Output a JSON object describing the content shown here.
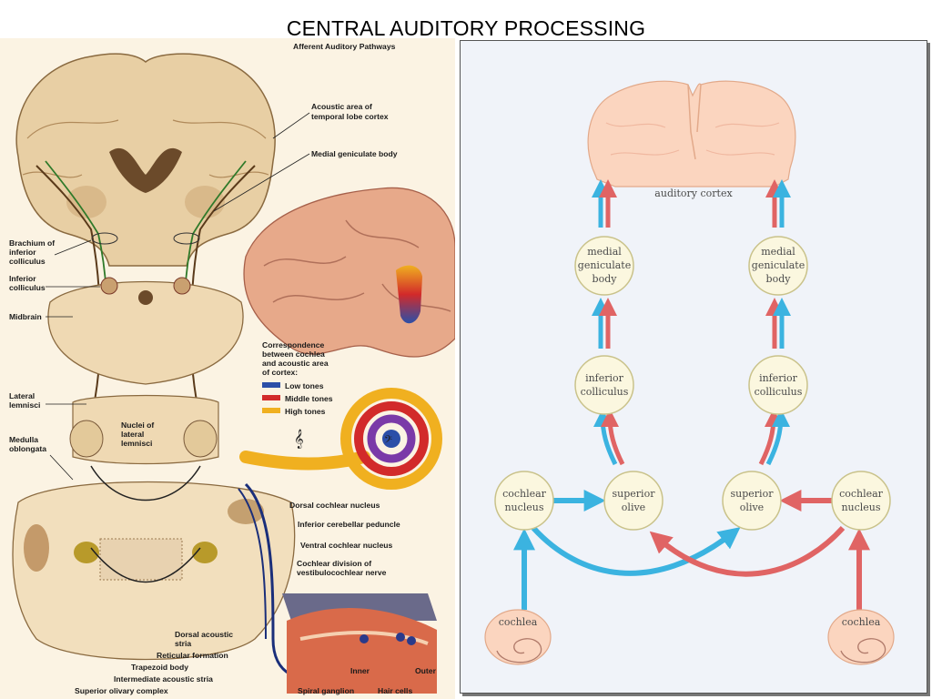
{
  "slide": {
    "title": "CENTRAL AUDITORY PROCESSING"
  },
  "left_figure": {
    "title": "Afferent Auditory Pathways",
    "labels": {
      "acoustic_area": [
        "Acoustic area of",
        "temporal lobe cortex"
      ],
      "medial_geniculate": [
        "Medial geniculate body"
      ],
      "brachium": [
        "Brachium of",
        "inferior",
        "colliculus"
      ],
      "inferior_colliculus": [
        "Inferior",
        "colliculus"
      ],
      "midbrain": [
        "Midbrain"
      ],
      "lateral_lemnisci": [
        "Lateral",
        "lemnisci"
      ],
      "nuclei_lateral_lemnisci": [
        "Nuclei of",
        "lateral",
        "lemnisci"
      ],
      "medulla": [
        "Medulla",
        "oblongata"
      ],
      "dorsal_cochlear": [
        "Dorsal cochlear nucleus"
      ],
      "inferior_cerebellar": [
        "Inferior cerebellar peduncle"
      ],
      "ventral_cochlear": [
        "Ventral cochlear nucleus"
      ],
      "cochlear_division": [
        "Cochlear division of",
        "vestibulocochlear nerve"
      ],
      "dorsal_acoustic": [
        "Dorsal acoustic",
        "stria"
      ],
      "reticular": [
        "Reticular formation"
      ],
      "trapezoid": [
        "Trapezoid body"
      ],
      "intermediate": [
        "Intermediate acoustic stria"
      ],
      "superior_olivary": [
        "Superior olivary complex"
      ],
      "spiral_ganglion": [
        "Spiral ganglion"
      ],
      "hair_cells": [
        "Hair cells"
      ],
      "inner": [
        "Inner"
      ],
      "outer": [
        "Outer"
      ]
    },
    "legend": {
      "heading": [
        "Correspondence",
        "between cochlea",
        "and acoustic area",
        "of cortex:"
      ],
      "items": [
        {
          "label": "Low tones",
          "color": "#2b4fa8"
        },
        {
          "label": "Middle tones",
          "color": "#d22a2a"
        },
        {
          "label": "High tones",
          "color": "#f0b020"
        }
      ]
    }
  },
  "right_diagram": {
    "auditory_cortex": "auditory cortex",
    "left": {
      "medial_geniculate": [
        "medial",
        "geniculate",
        "body"
      ],
      "inferior_colliculus": [
        "inferior",
        "colliculus"
      ],
      "superior_olive": [
        "superior",
        "olive"
      ],
      "cochlear_nucleus": [
        "cochlear",
        "nucleus"
      ],
      "cochlea": "cochlea"
    },
    "right": {
      "medial_geniculate": [
        "medial",
        "geniculate",
        "body"
      ],
      "inferior_colliculus": [
        "inferior",
        "colliculus"
      ],
      "superior_olive": [
        "superior",
        "olive"
      ],
      "cochlear_nucleus": [
        "cochlear",
        "nucleus"
      ],
      "cochlea": "cochlea"
    },
    "colors": {
      "left_pathway": "#3bb3e0",
      "right_pathway": "#e06464",
      "node_fill": "#fbf7df",
      "cortex_fill": "#fbd5bf"
    }
  }
}
